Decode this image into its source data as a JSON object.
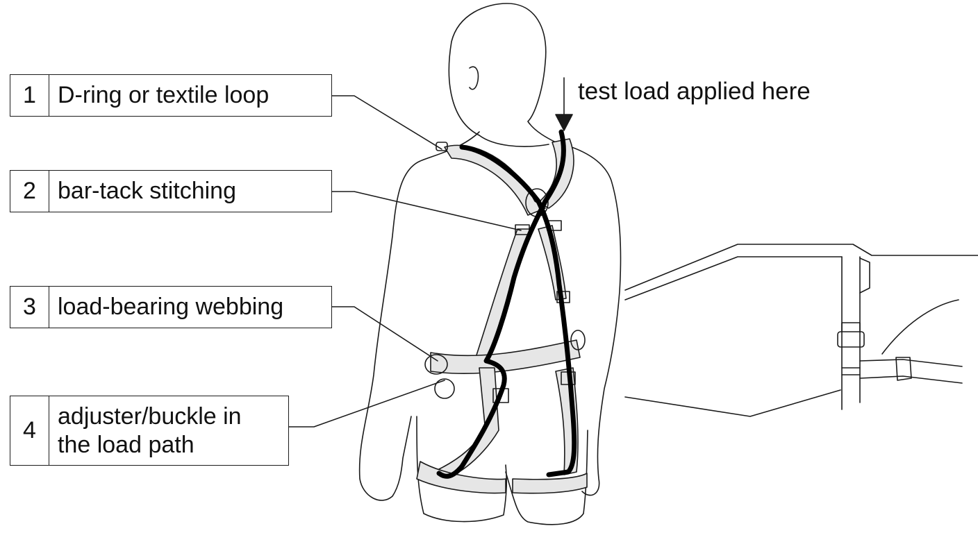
{
  "callouts": [
    {
      "number": "1",
      "label": "D-ring or textile loop"
    },
    {
      "number": "2",
      "label": "bar-tack stitching"
    },
    {
      "number": "3",
      "label": "load-bearing webbing"
    },
    {
      "number": "4",
      "label": "adjuster/buckle in\nthe load path"
    }
  ],
  "load_annotation": "test load applied here",
  "colors": {
    "line": "#1a1a1a",
    "webbing_fill": "#e6e6e6",
    "load_path": "#000000"
  }
}
